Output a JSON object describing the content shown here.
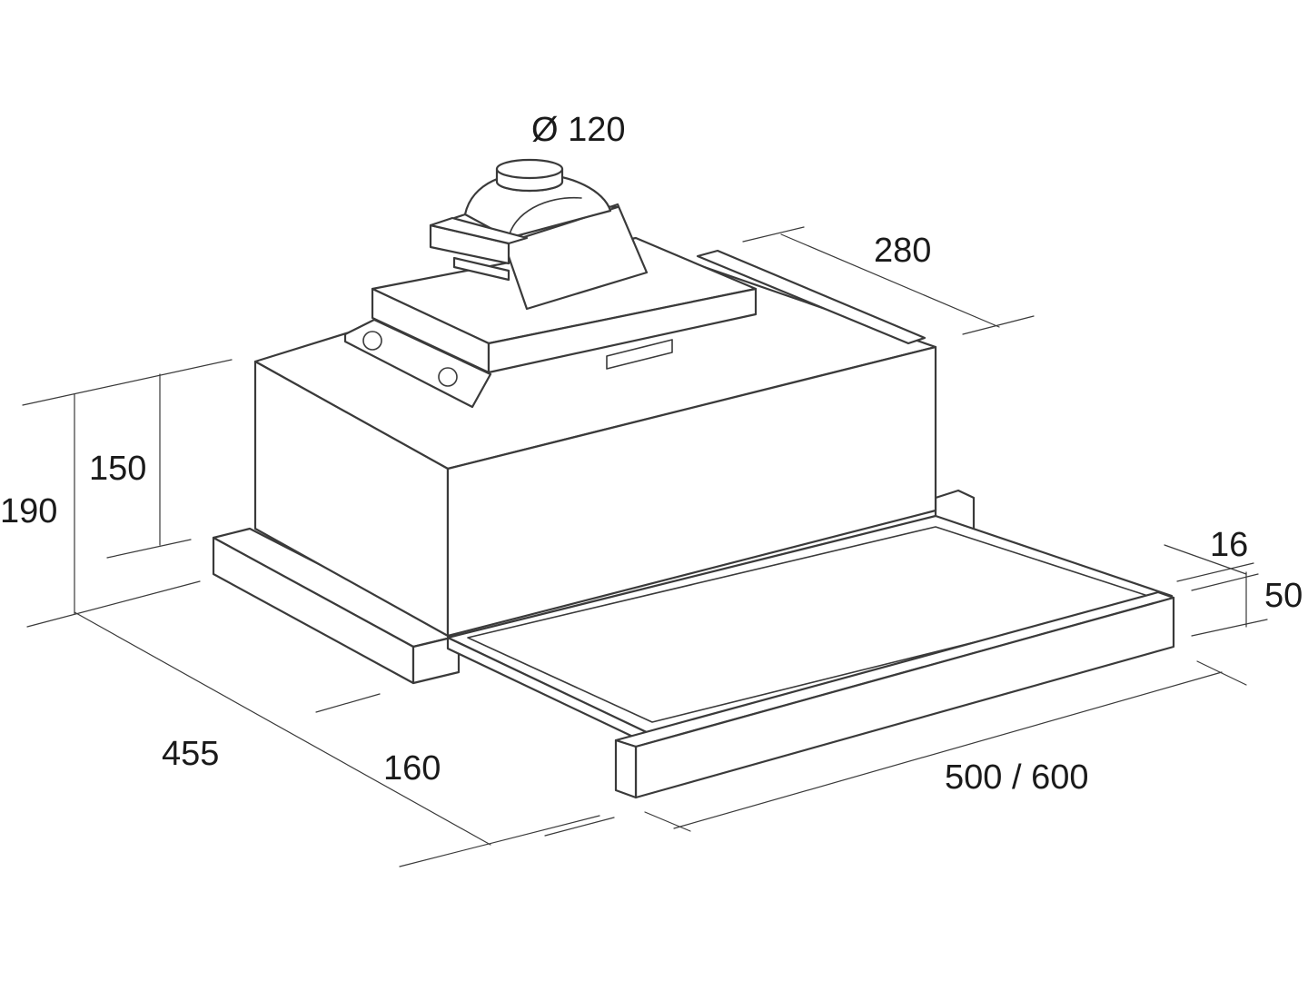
{
  "dimensions": {
    "duct_diameter": "Ø 120",
    "depth_top": "280",
    "height_body": "150",
    "height_total": "190",
    "depth_total": "455",
    "slide_extension": "160",
    "width": "500 / 600",
    "front_panel_depth": "16",
    "front_panel_height": "50"
  }
}
